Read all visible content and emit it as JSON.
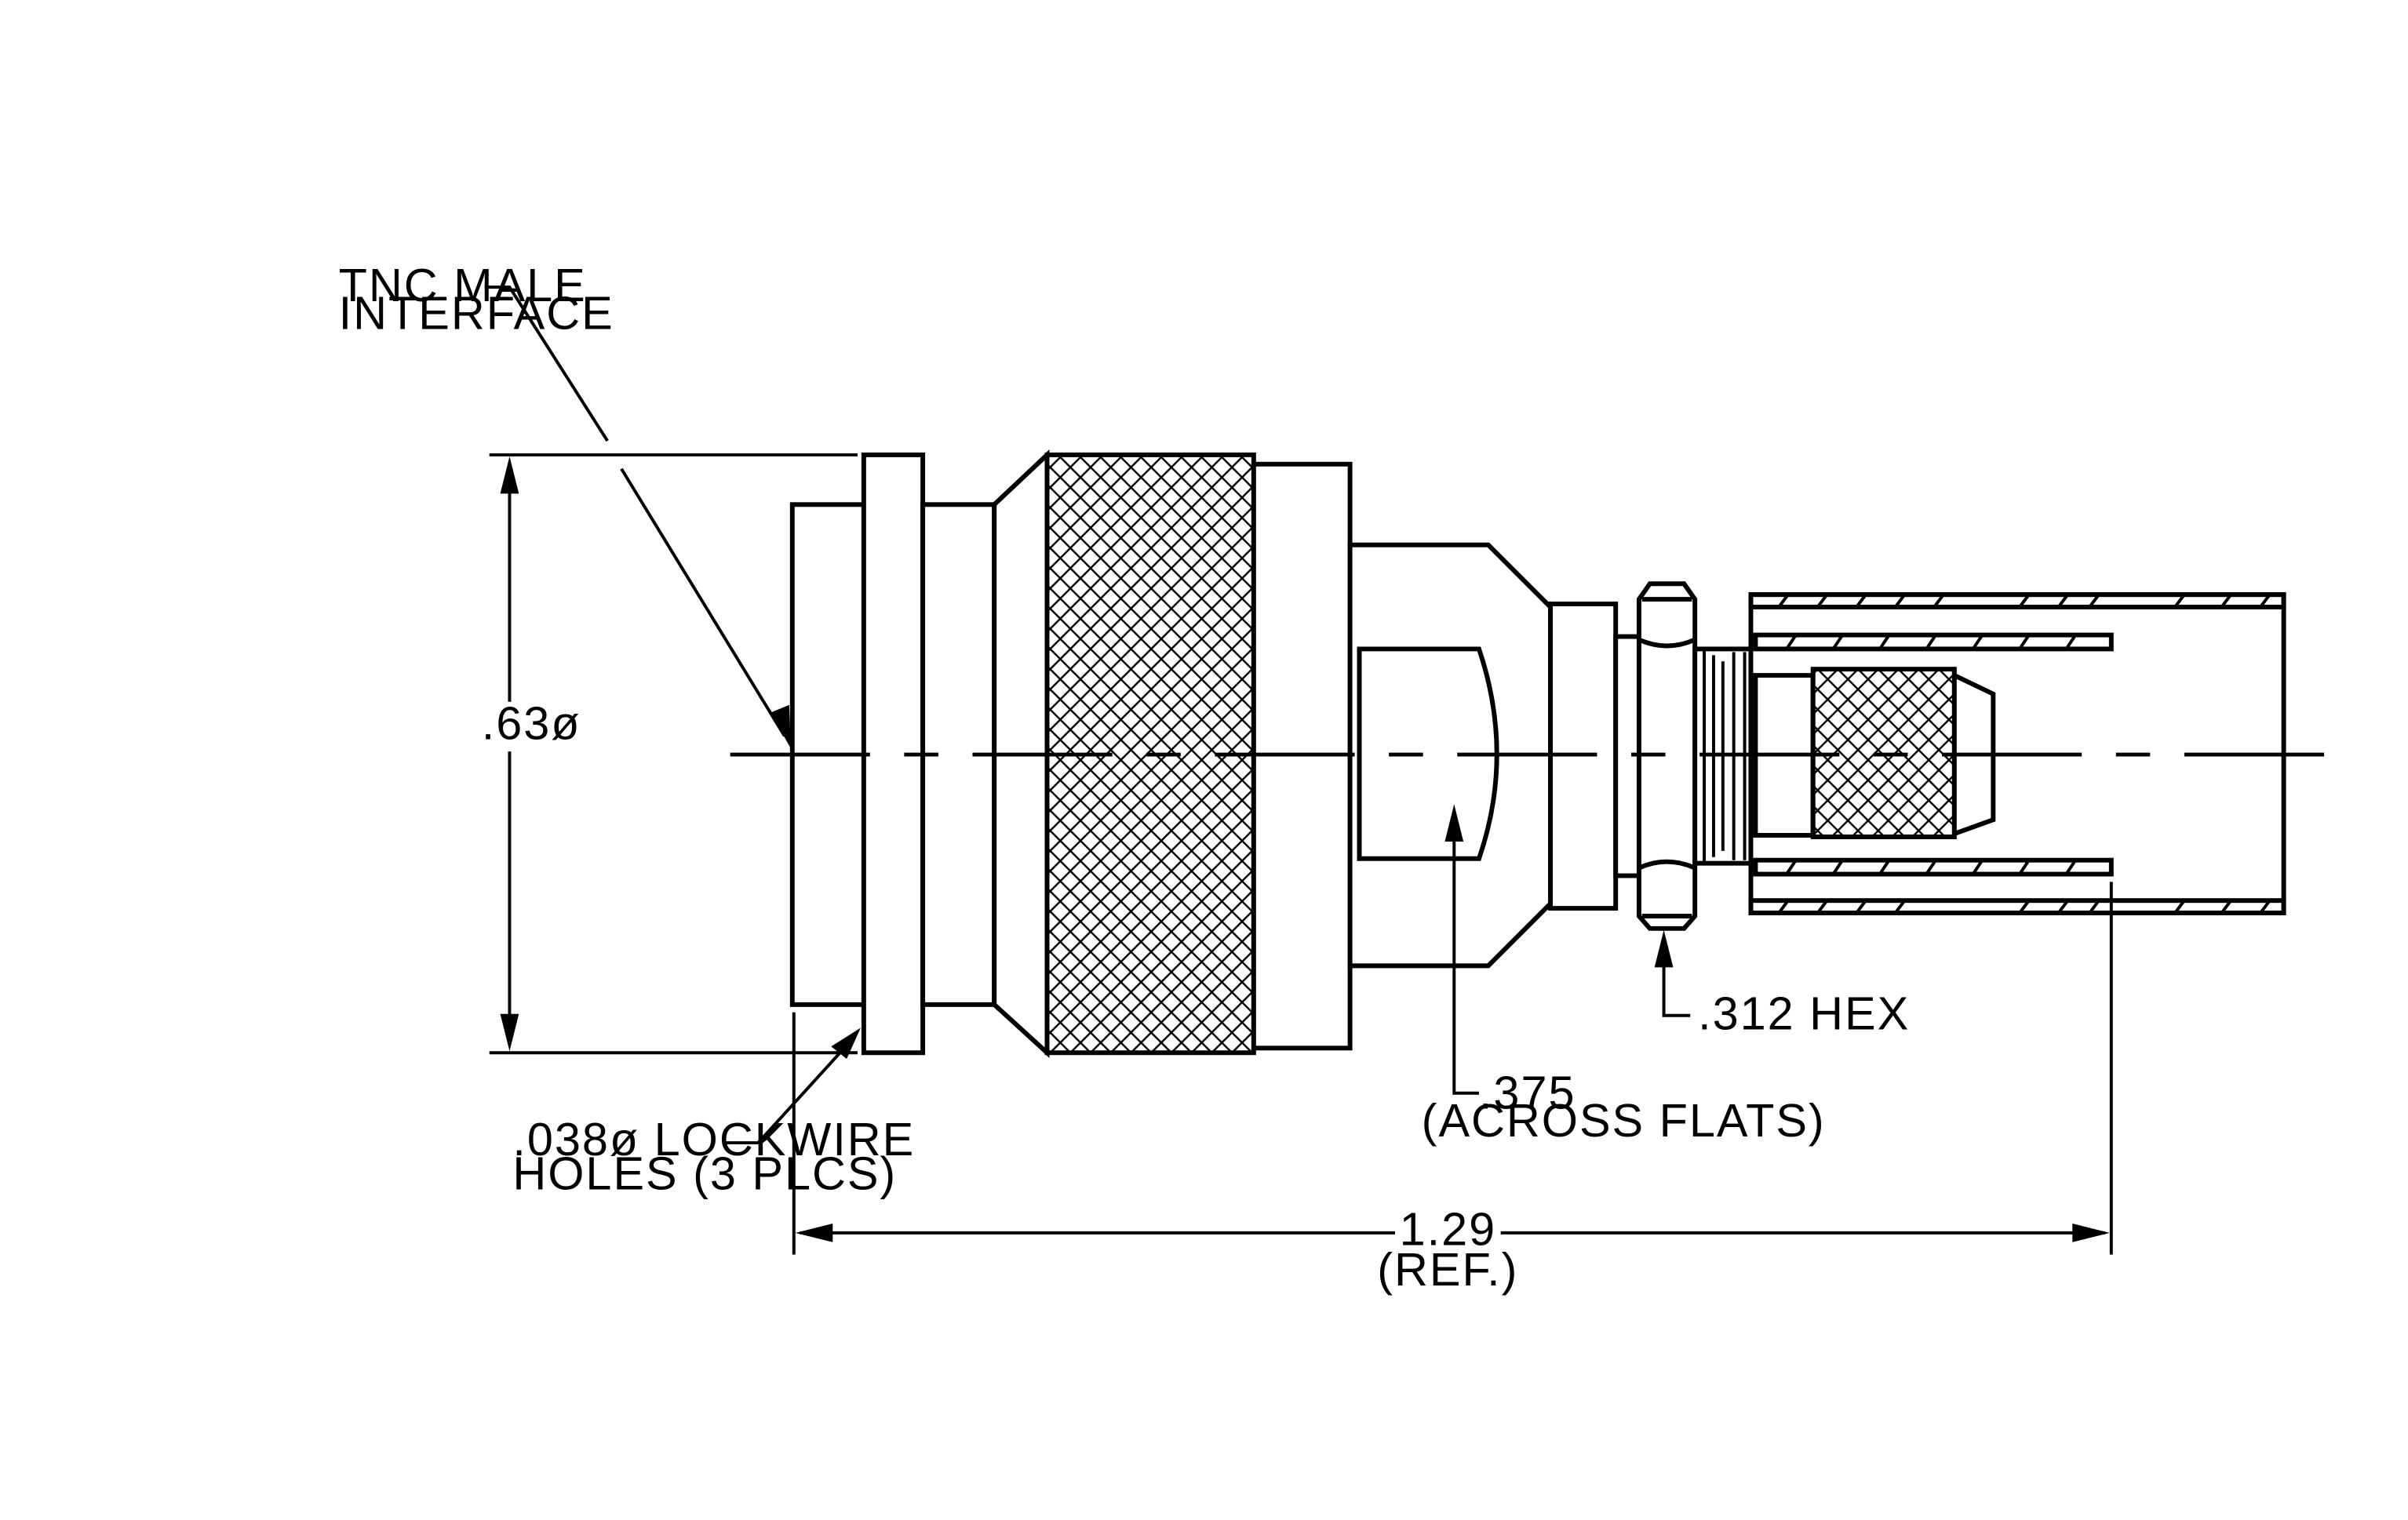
{
  "labels": {
    "interface_line1": "TNC MALE",
    "interface_line2": "INTERFACE",
    "diameter": ".63ø",
    "lockwire_line1": ".038ø LOCKWIRE",
    "lockwire_line2": "HOLES (3 PLCS)",
    "flats_line1": ".375",
    "flats_line2": "(ACROSS FLATS)",
    "hex": ".312 HEX",
    "length_value": "1.29",
    "length_ref": "(REF.)"
  }
}
